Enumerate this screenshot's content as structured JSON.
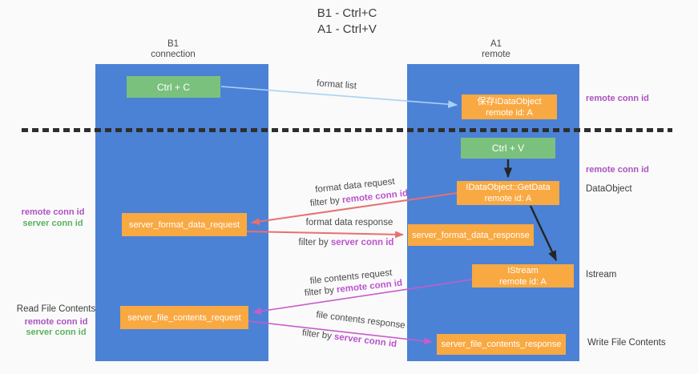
{
  "title": {
    "line1": "B1 - Ctrl+C",
    "line2": "A1 - Ctrl+V"
  },
  "lanes": {
    "b1": {
      "name": "B1",
      "subtitle": "connection"
    },
    "a1": {
      "name": "A1",
      "subtitle": "remote"
    }
  },
  "boxes": {
    "ctrl_c": {
      "label": "Ctrl + C"
    },
    "save_idataobject": {
      "line1": "保存IDataObject",
      "line2": "remote id: A"
    },
    "ctrl_v": {
      "label": "Ctrl + V"
    },
    "getdata": {
      "line1": "IDataObject::GetData",
      "line2": "remote id: A"
    },
    "format_request": {
      "label": "server_format_data_request"
    },
    "format_response": {
      "label": "server_format_data_response"
    },
    "istream": {
      "line1": "IStream",
      "line2": "remote id: A"
    },
    "file_request": {
      "label": "server_file_contents_request"
    },
    "file_response": {
      "label": "server_file_contents_response"
    }
  },
  "side_labels": {
    "remote_conn_top": "remote conn id",
    "remote_conn_mid": "remote conn id",
    "dataobject": "DataObject",
    "istream": "Istream",
    "write_file_contents": "Write File Contents",
    "format_left": {
      "remote": "remote conn id",
      "server": "server conn id"
    },
    "file_left": {
      "title": "Read File Contents",
      "remote": "remote conn id",
      "server": "server conn id"
    }
  },
  "arrow_labels": {
    "format_list": "format list",
    "format_request": {
      "text": "format data request",
      "filter_prefix": "filter by ",
      "filter_value": "remote conn id"
    },
    "format_response": {
      "text": "format data response",
      "filter_prefix": "filter by ",
      "filter_value": "server conn id"
    },
    "file_request": {
      "text": "file contents request",
      "filter_prefix": "filter by ",
      "filter_value": "remote conn id"
    },
    "file_response": {
      "text": "file contents response",
      "filter_prefix": "filter by ",
      "filter_value": "server conn id"
    }
  },
  "colors": {
    "background": "#fafafa",
    "lane_blue": "#4b82d6",
    "box_green": "#7bc17e",
    "box_orange": "#f9a942",
    "arrow_lightblue": "#a9d3f1",
    "arrow_salmon": "#e87070",
    "arrow_magenta": "#c75ccb",
    "arrow_black": "#252525",
    "text_purple": "#ac52c0",
    "text_magenta": "#bb53cd",
    "text_green": "#58b25f"
  }
}
